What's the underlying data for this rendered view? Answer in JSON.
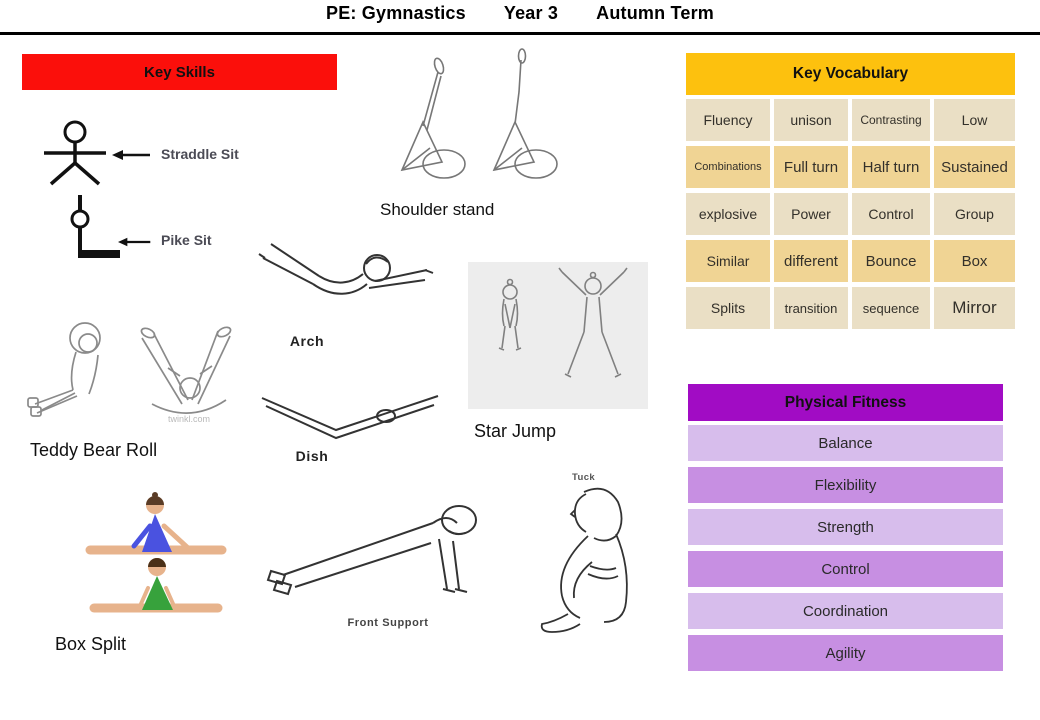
{
  "header": {
    "title_parts": [
      "PE: Gymnastics",
      "Year 3",
      "Autumn Term"
    ]
  },
  "key_skills": {
    "header_label": "Key Skills",
    "header_bg": "#fb0f0b",
    "labels": {
      "straddle_sit": "Straddle Sit",
      "pike_sit": "Pike Sit",
      "shoulder_stand": "Shoulder stand",
      "arch": "Arch",
      "dish": "Dish",
      "star_jump": "Star Jump",
      "teddy_bear_roll": "Teddy Bear Roll",
      "box_split": "Box Split",
      "front_support": "Front Support",
      "tuck": "Tuck"
    },
    "watermark": "twinkl.com"
  },
  "key_vocabulary": {
    "header_label": "Key Vocabulary",
    "header_bg": "#fdc10e",
    "row_colors": [
      "#eadfc5",
      "#f0d494"
    ],
    "rows": [
      [
        "Fluency",
        "unison",
        "Contrasting",
        "Low"
      ],
      [
        "Combinations",
        "Full turn",
        "Half turn",
        "Sustained"
      ],
      [
        "explosive",
        "Power",
        "Control",
        "Group"
      ],
      [
        "Similar",
        "different",
        "Bounce",
        "Box"
      ],
      [
        "Splits",
        "transition",
        "sequence",
        "Mirror"
      ]
    ]
  },
  "physical_fitness": {
    "header_label": "Physical Fitness",
    "header_bg": "#a10cc4",
    "row_colors": [
      "#d7bdec",
      "#c78fe2"
    ],
    "items": [
      "Balance",
      "Flexibility",
      "Strength",
      "Control",
      "Coordination",
      "Agility"
    ]
  }
}
